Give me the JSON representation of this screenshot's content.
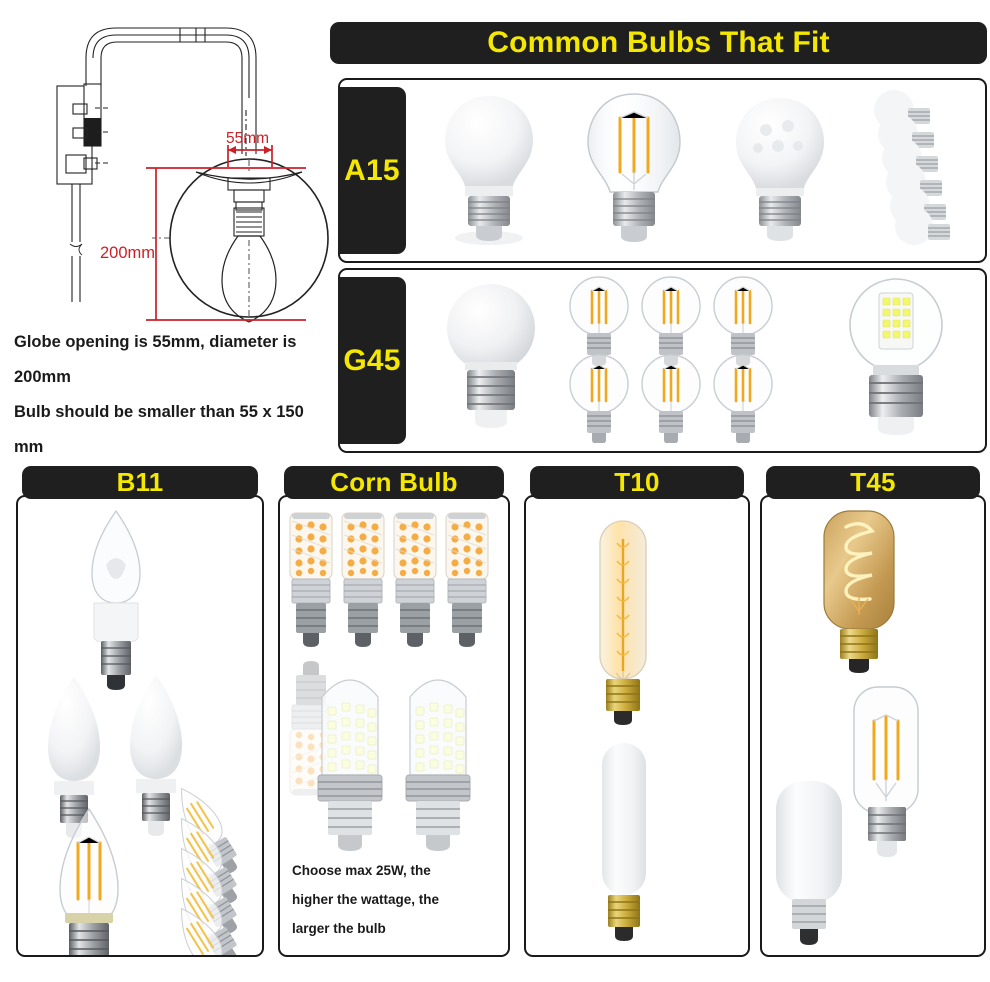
{
  "banner": {
    "title": "Common Bulbs That Fit"
  },
  "diagram": {
    "name": "wall-sconce-dimension-drawing",
    "dim_opening": "55mm",
    "dim_diameter": "200mm",
    "dim_color": "#cc2028",
    "line_color": "#222222"
  },
  "spec": {
    "line1": "Globe opening is 55mm, diameter is",
    "line2": "200mm",
    "line3": "Bulb should be smaller than 55 x 150",
    "line4": "mm"
  },
  "rows": [
    {
      "label": "A15",
      "bulbs": [
        {
          "name": "a15-frosted-white-bulb",
          "style": "frosted",
          "glass": "#f2f3f4",
          "base": "silver"
        },
        {
          "name": "a15-clear-filament-bulb",
          "style": "filament",
          "glass": "#ffffff",
          "base": "silver"
        },
        {
          "name": "a15-frosted-led-bulb",
          "style": "frosted",
          "glass": "#f4f5f6",
          "base": "silver"
        },
        {
          "name": "a15-multipack-stack",
          "style": "stack",
          "count": 6,
          "base": "silver"
        }
      ]
    },
    {
      "label": "G45",
      "bulbs": [
        {
          "name": "g45-frosted-globe-bulb",
          "style": "frosted",
          "glass": "#f1f2f4",
          "base": "silver"
        },
        {
          "name": "g45-filament-globe-sixpack",
          "style": "grid6",
          "glass": "#ffffff",
          "base": "silver"
        },
        {
          "name": "g45-clear-led-smd-globe",
          "style": "smd",
          "glass": "#ffffff",
          "base": "silver"
        }
      ]
    }
  ],
  "panels": [
    {
      "label": "B11",
      "name": "panel-b11",
      "bulbs": [
        {
          "name": "b11-clear-top-candle-bulb",
          "style": "candle-clear"
        },
        {
          "name": "b11-frosted-candle-bulb-left",
          "style": "candle-frosted"
        },
        {
          "name": "b11-frosted-candle-bulb-right",
          "style": "candle-frosted"
        },
        {
          "name": "b11-filament-candle-bulb",
          "style": "candle-filament"
        },
        {
          "name": "b11-mini-candle-stack",
          "style": "candle-stack",
          "count": 5
        }
      ],
      "caption": ""
    },
    {
      "label": "Corn Bulb",
      "name": "panel-corn-bulb",
      "bulbs": [
        {
          "name": "corn-bulb-warm-small",
          "style": "corn-warm",
          "count": 4
        },
        {
          "name": "corn-bulb-cool-large",
          "style": "corn-cool",
          "count": 2
        }
      ],
      "caption_line1": "Choose max 25W, the",
      "caption_line2": "higher the wattage, the",
      "caption_line3": "larger the bulb"
    },
    {
      "label": "T10",
      "name": "panel-t10",
      "bulbs": [
        {
          "name": "t10-amber-vintage-tube-bulb",
          "style": "tube-amber",
          "base": "brass"
        },
        {
          "name": "t10-frosted-tube-bulb",
          "style": "tube-frosted",
          "base": "brass"
        }
      ],
      "caption": ""
    },
    {
      "label": "T45",
      "name": "panel-t45",
      "bulbs": [
        {
          "name": "t45-amber-spiral-filament-bulb",
          "style": "t45-amber",
          "base": "brass"
        },
        {
          "name": "t45-clear-filament-bulb",
          "style": "t45-clear",
          "base": "silver"
        },
        {
          "name": "t45-frosted-tube-bulb",
          "style": "t45-frosted",
          "base": "silver"
        }
      ],
      "caption": ""
    }
  ],
  "colors": {
    "header_bg": "#201f1f",
    "header_text": "#f5e800",
    "panel_border": "#1a1a1a",
    "dimension_red": "#cc2028",
    "filament_amber": "#f0a91e",
    "led_warm": "#ffc24d",
    "led_cool": "#fbfde4",
    "glass_frosted": "#f1f2f4",
    "metal_silver": "#b9bcc0",
    "metal_brass": "#c9a227",
    "page_bg": "#ffffff"
  }
}
